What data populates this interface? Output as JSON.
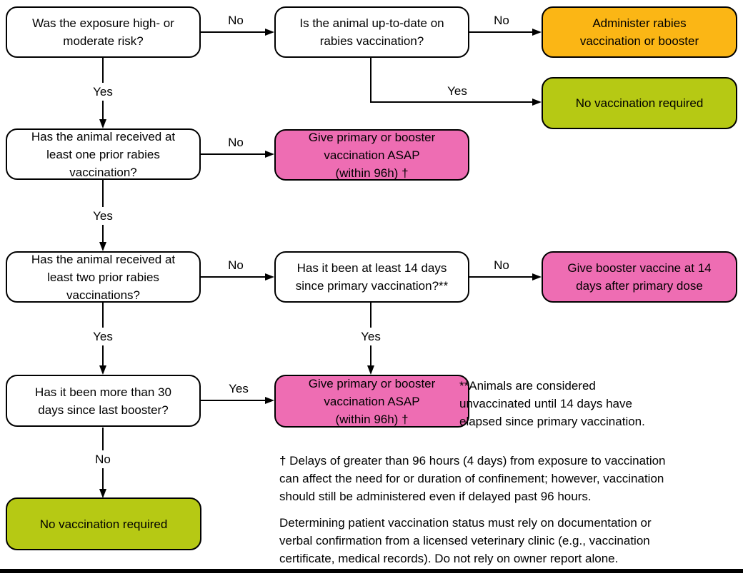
{
  "diagram": {
    "subject": "Rabies exposure vaccination decision flowchart"
  },
  "colors": {
    "background": "#ffffff",
    "decision_fill": "#ffffff",
    "action_orange": "#FBB615",
    "outcome_green": "#B6C914",
    "action_pink": "#EE6DB3",
    "line_and_border": "#000000",
    "text": "#000000"
  },
  "nodes": {
    "exposure_risk": {
      "text": "Was the exposure high- or\nmoderate risk?",
      "type": "decision"
    },
    "up_to_date": {
      "text": "Is the animal up-to-date on\nrabies vaccination?",
      "type": "decision"
    },
    "administer": {
      "text": "Administer rabies\nvaccination or booster",
      "type": "action-orange"
    },
    "no_vax_top": {
      "text": "No vaccination required",
      "type": "outcome-green"
    },
    "one_prior": {
      "text": "Has the animal received at\nleast one prior rabies\nvaccination?",
      "type": "decision"
    },
    "asap_1": {
      "text": "Give primary or booster\nvaccination ASAP\n(within 96h) †",
      "type": "action-pink"
    },
    "two_prior": {
      "text": "Has the animal received at\nleast two prior rabies\nvaccinations?",
      "type": "decision"
    },
    "fourteen_days": {
      "text": "Has it been at least 14 days\nsince primary vaccination?**",
      "type": "decision"
    },
    "booster_14": {
      "text": "Give booster vaccine at 14\ndays after primary dose",
      "type": "action-pink"
    },
    "thirty_days": {
      "text": "Has it been more than 30\ndays since last booster?",
      "type": "decision"
    },
    "asap_2": {
      "text": "Give primary or booster\nvaccination ASAP\n(within 96h) †",
      "type": "action-pink"
    },
    "no_vax_bottom": {
      "text": "No vaccination required",
      "type": "outcome-green"
    }
  },
  "edge_labels": {
    "exposure_no": "No",
    "exposure_yes": "Yes",
    "up_to_date_no": "No",
    "up_to_date_yes": "Yes",
    "one_prior_no": "No",
    "one_prior_yes": "Yes",
    "two_prior_no": "No",
    "two_prior_yes": "Yes",
    "fourteen_no": "No",
    "fourteen_yes": "Yes",
    "thirty_yes": "Yes",
    "thirty_no": "No"
  },
  "notes": {
    "asterisk": "**Animals are considered\nunvaccinated until 14 days have\nelapsed since primary vaccination.",
    "dagger": "† Delays of greater than 96 hours (4 days) from exposure to vaccination\ncan affect the need for or duration of confinement; however, vaccination\nshould still be administered even if delayed past 96 hours.",
    "documentation": "Determining patient vaccination status must rely on documentation or\nverbal confirmation from a licensed veterinary clinic (e.g., vaccination\ncertificate, medical records). Do not rely on owner report alone."
  }
}
